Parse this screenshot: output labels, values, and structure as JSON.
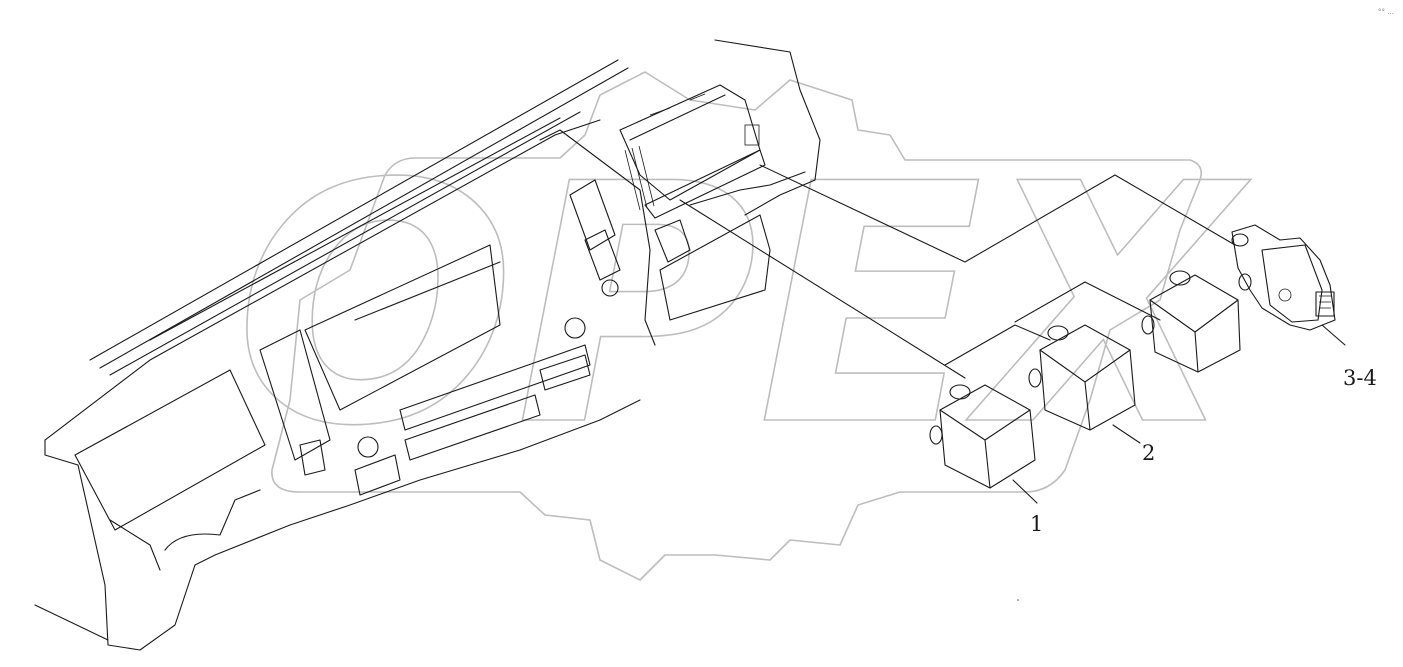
{
  "watermark": {
    "text": "OPEX"
  },
  "corner_mark": "°° ...",
  "callouts": [
    {
      "id": "1",
      "label": "1"
    },
    {
      "id": "2",
      "label": "2"
    },
    {
      "id": "3-4",
      "label": "3-4"
    }
  ]
}
